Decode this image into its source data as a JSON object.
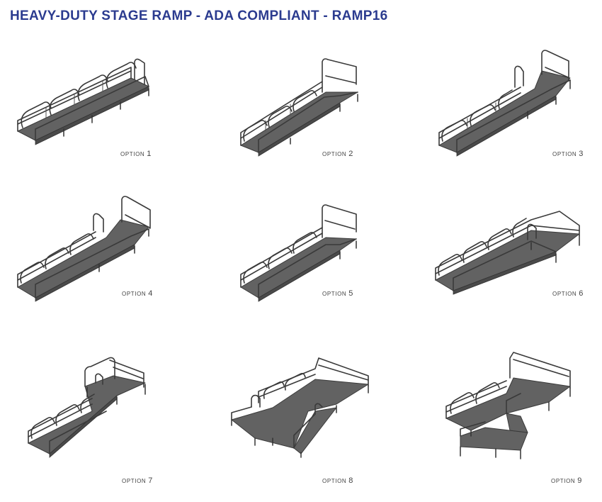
{
  "title": "HEAVY-DUTY STAGE RAMP - ADA COMPLIANT - RAMP16",
  "options": [
    {
      "word": "OPTION",
      "number": "1"
    },
    {
      "word": "OPTION",
      "number": "2"
    },
    {
      "word": "OPTION",
      "number": "3"
    },
    {
      "word": "OPTION",
      "number": "4"
    },
    {
      "word": "OPTION",
      "number": "5"
    },
    {
      "word": "OPTION",
      "number": "6"
    },
    {
      "word": "OPTION",
      "number": "7"
    },
    {
      "word": "OPTION",
      "number": "8"
    },
    {
      "word": "OPTION",
      "number": "9"
    }
  ],
  "colors": {
    "title": "#2b3b8f",
    "deck": "#626262",
    "rail": "#3a3a3a"
  }
}
